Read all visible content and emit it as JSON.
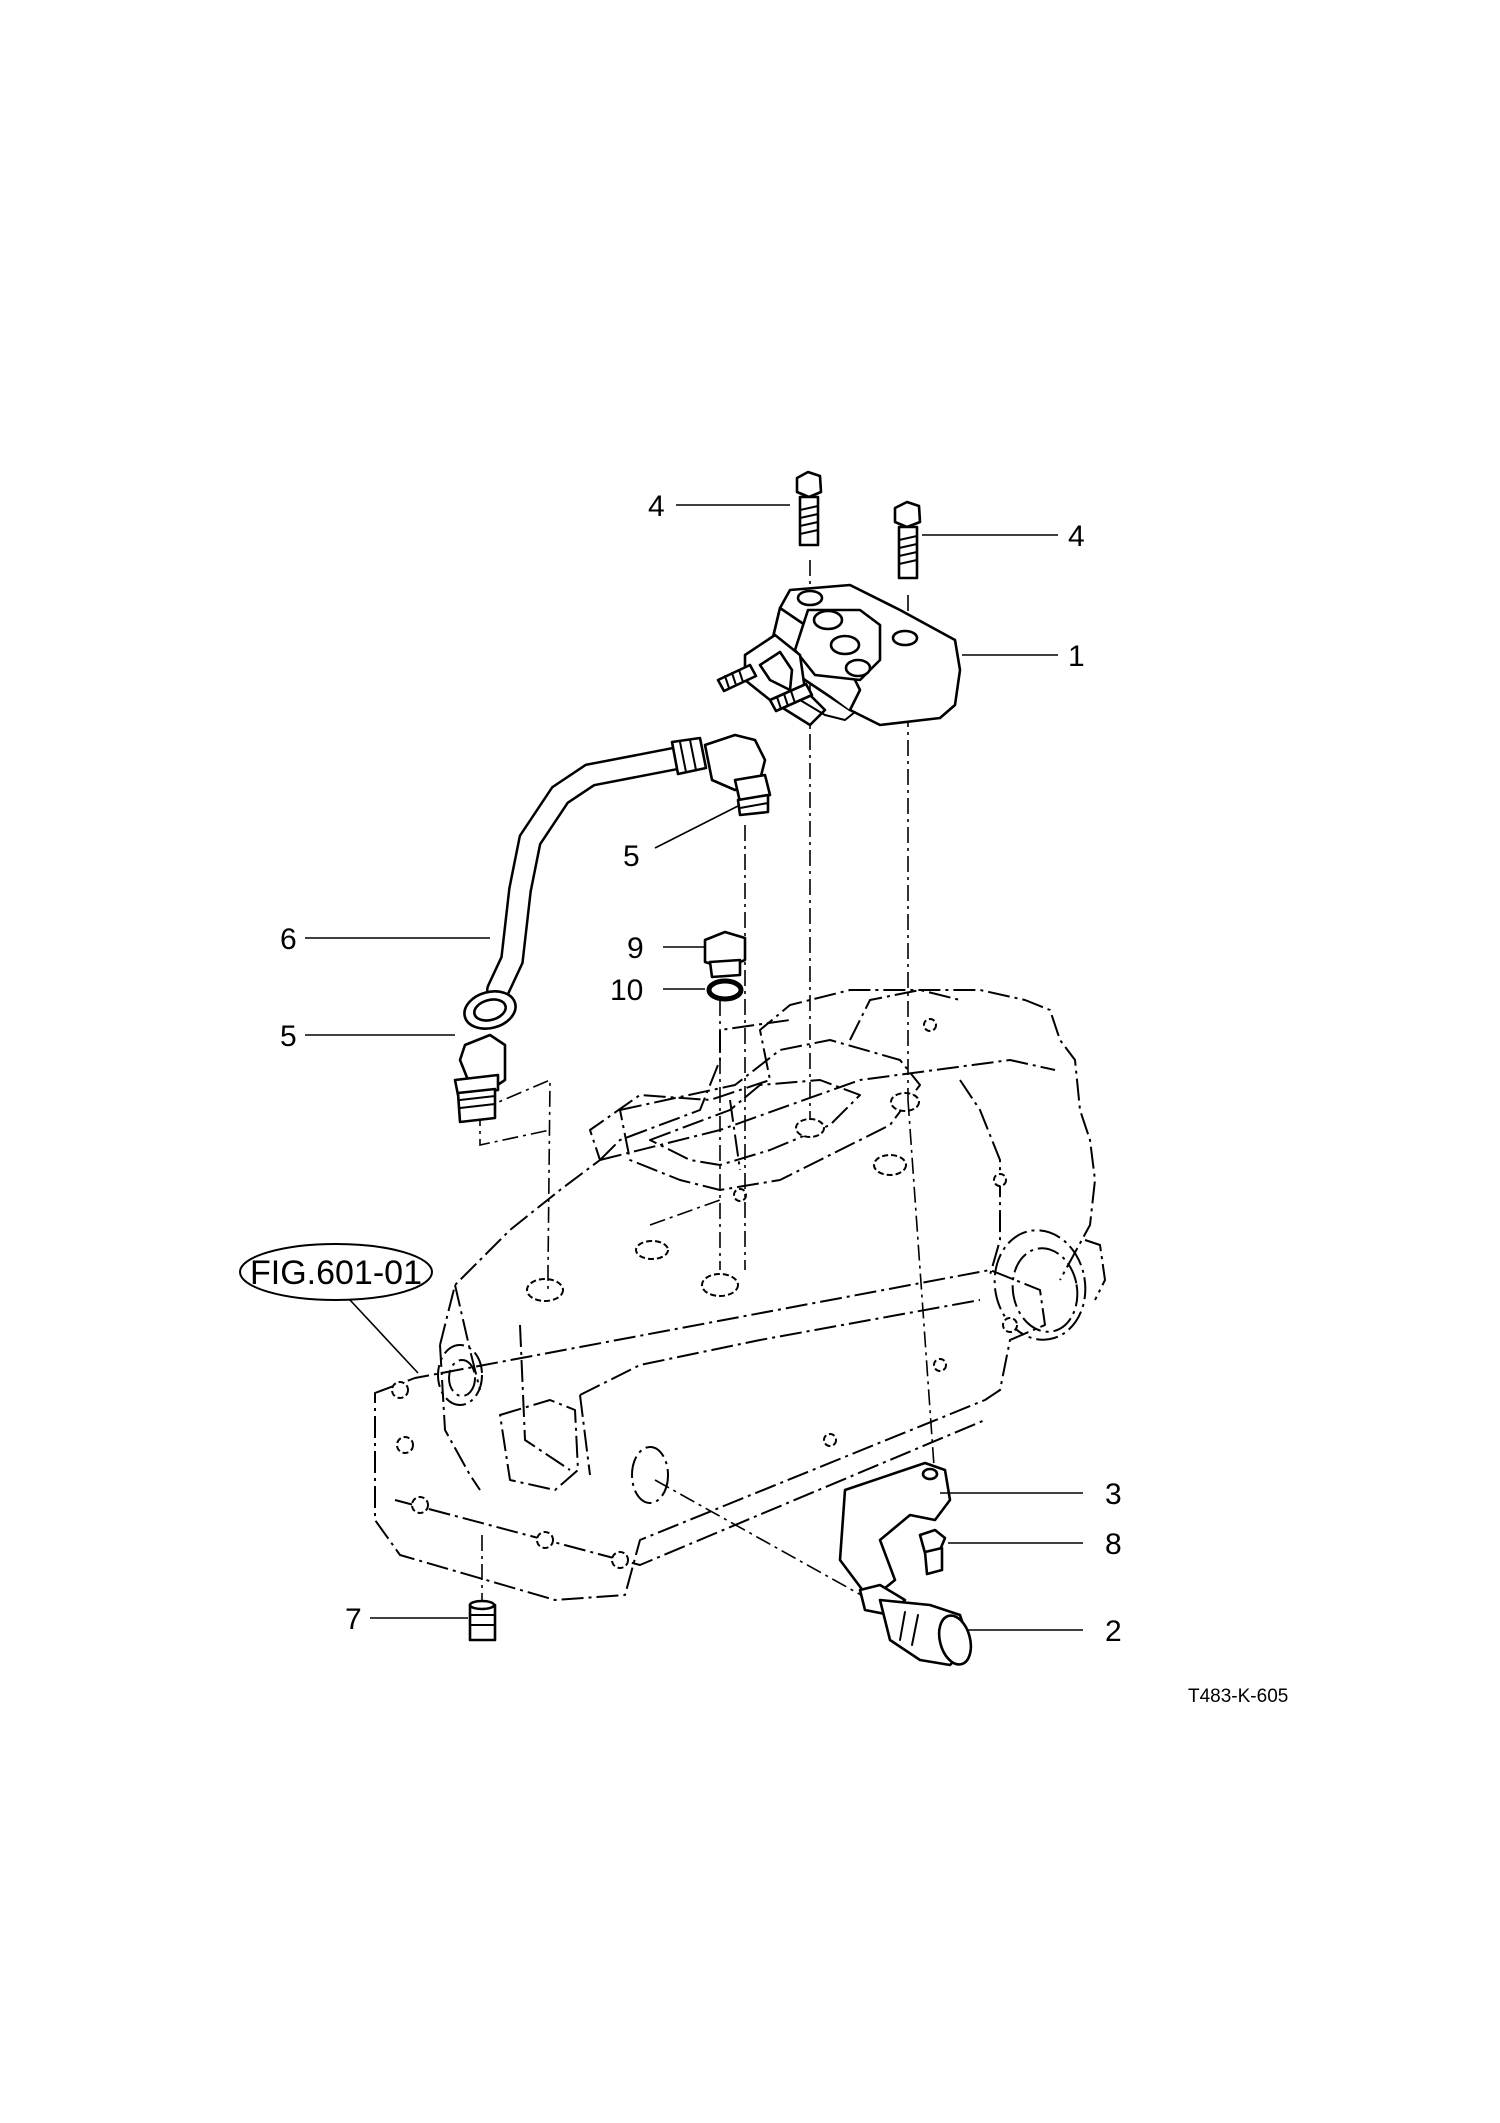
{
  "figure_reference": "FIG.601-01",
  "drawing_code": "T483-K-605",
  "callouts": [
    {
      "id": "4a",
      "text": "4"
    },
    {
      "id": "4b",
      "text": "4"
    },
    {
      "id": "1",
      "text": "1"
    },
    {
      "id": "5a",
      "text": "5"
    },
    {
      "id": "6",
      "text": "6"
    },
    {
      "id": "9",
      "text": "9"
    },
    {
      "id": "10",
      "text": "10"
    },
    {
      "id": "5b",
      "text": "5"
    },
    {
      "id": "3",
      "text": "3"
    },
    {
      "id": "8",
      "text": "8"
    },
    {
      "id": "7",
      "text": "7"
    },
    {
      "id": "2",
      "text": "2"
    }
  ]
}
